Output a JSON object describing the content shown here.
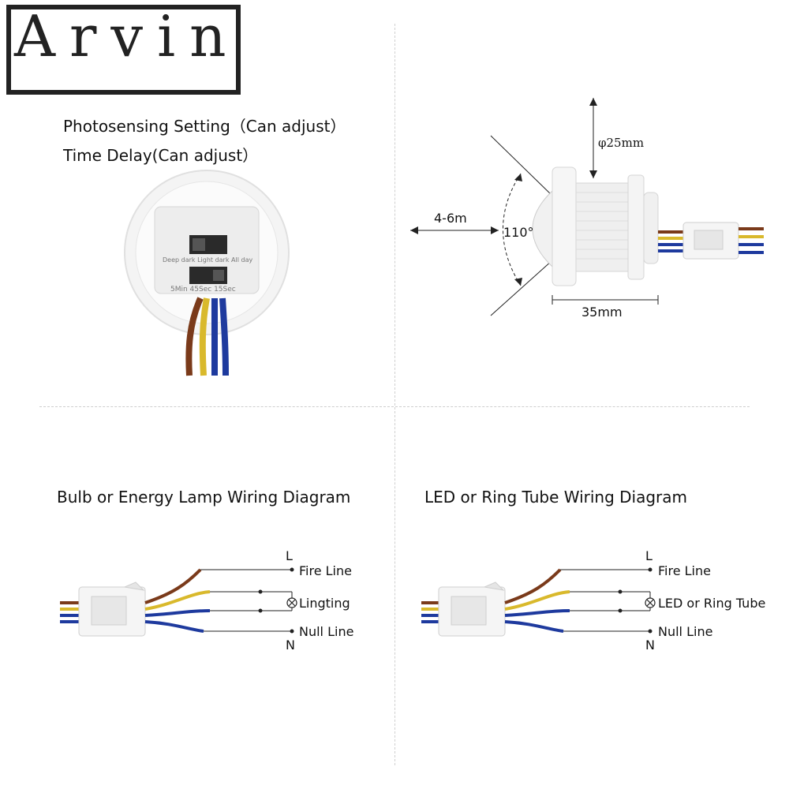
{
  "logo": {
    "text": "Arvin"
  },
  "settings": {
    "photosensing": "Photosensing Setting（Can adjust）",
    "time_delay": "Time Delay(Can adjust）",
    "switch_top": "Deep dark Light dark All day",
    "switch_bottom": "5Min 45Sec 15Sec"
  },
  "dimensions": {
    "diameter": "φ25mm",
    "range": "4-6m",
    "angle": "110°",
    "length": "35mm"
  },
  "bulb_diagram": {
    "title": "Bulb or Energy Lamp Wiring Diagram",
    "L": "L",
    "N": "N",
    "fire": "Fire Line",
    "load": "Lingting",
    "null": "Null Line"
  },
  "led_diagram": {
    "title": "LED or Ring Tube Wiring Diagram",
    "L": "L",
    "N": "N",
    "fire": "Fire Line",
    "load": "LED or Ring Tube",
    "null": "Null Line"
  },
  "colors": {
    "brown": "#7a3a1a",
    "yellow": "#d9b92c",
    "blue": "#1e3a9e"
  }
}
